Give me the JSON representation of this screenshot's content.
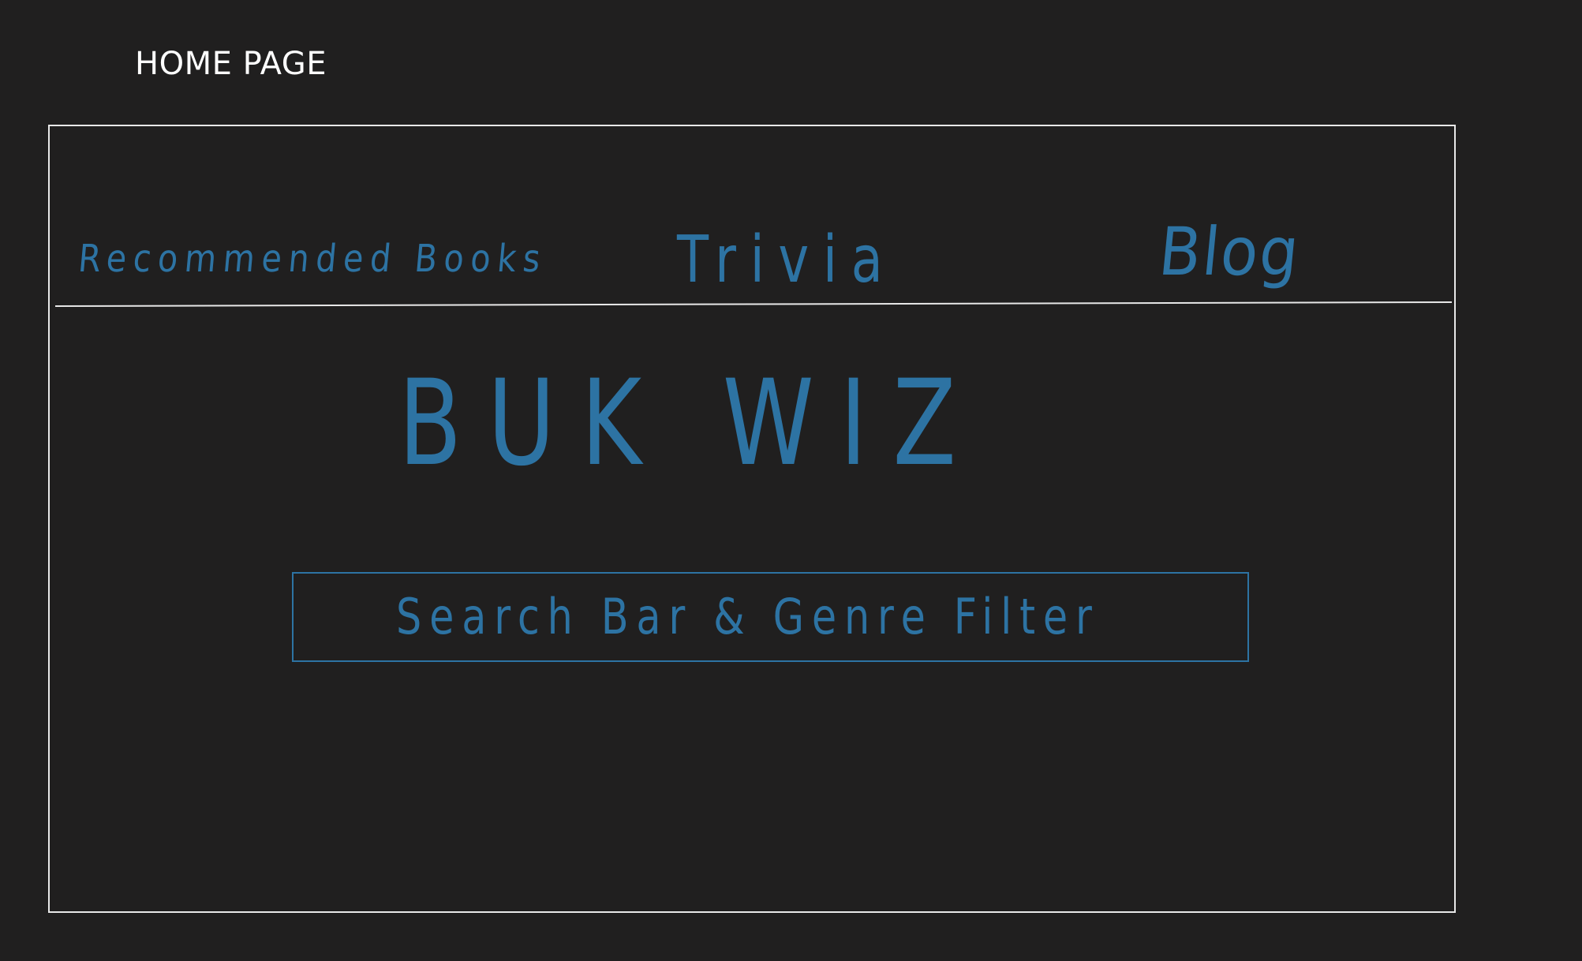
{
  "page": {
    "heading": "HOME PAGE"
  },
  "wireframe": {
    "nav": {
      "items": [
        {
          "label": "Recommended Books"
        },
        {
          "label": "Trivia"
        },
        {
          "label": "Blog"
        }
      ]
    },
    "logo": "BUK WIZ",
    "search": {
      "label": "Search Bar & Genre Filter"
    }
  },
  "colors": {
    "background": "#201f1f",
    "frame_stroke": "#e8e8e8",
    "sketch_ink": "#2d73a3",
    "heading_text": "#ffffff"
  }
}
